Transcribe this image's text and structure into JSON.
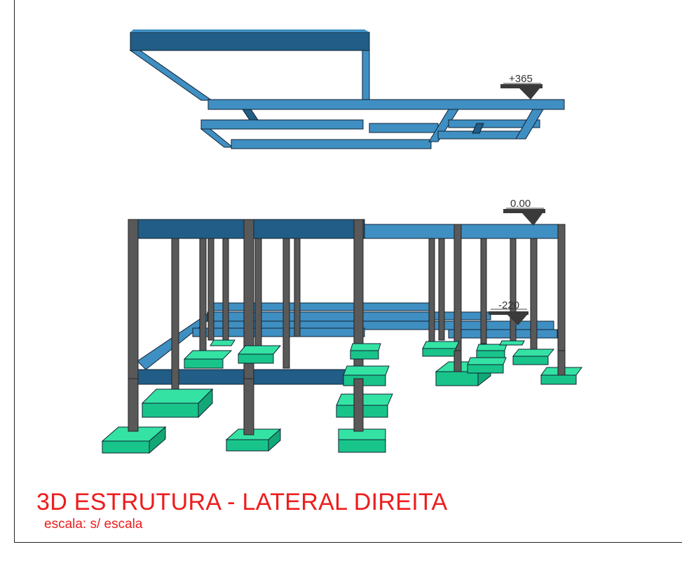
{
  "drawing": {
    "title": "3D ESTRUTURA - LATERAL DIREITA",
    "scale": "escala: s/ escala",
    "levels": [
      {
        "label": "+365"
      },
      {
        "label": "0.00"
      },
      {
        "label": "-220"
      }
    ]
  },
  "colors": {
    "beam_top": "#3f8fc2",
    "beam_side": "#215d86",
    "beam_dark": "#1f4e70",
    "column": "#5a5a5a",
    "column_dark": "#333333",
    "footing_top": "#34e3a4",
    "footing_side": "#18c48a",
    "title": "#ee1c1c"
  }
}
